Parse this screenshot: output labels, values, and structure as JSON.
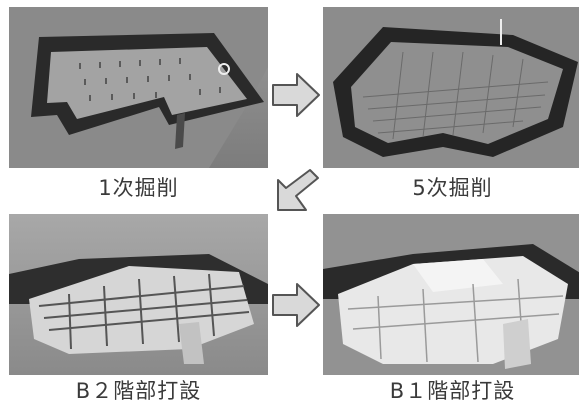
{
  "steps": [
    {
      "caption": "1次掘削"
    },
    {
      "caption": "5次掘削"
    },
    {
      "caption": "B２階部打設"
    },
    {
      "caption": "B１階部打設"
    }
  ],
  "arrows": [
    {
      "direction": "right",
      "icon": "arrow-right-icon"
    },
    {
      "direction": "down-left",
      "icon": "arrow-down-left-icon"
    },
    {
      "direction": "right",
      "icon": "arrow-right-icon"
    }
  ],
  "colors": {
    "ground": "#8e8e8e",
    "wall": "#2b2b2b",
    "pit_floor": "#9a9a9a",
    "arrow_fill": "#d9d9d9",
    "arrow_stroke": "#555555"
  }
}
